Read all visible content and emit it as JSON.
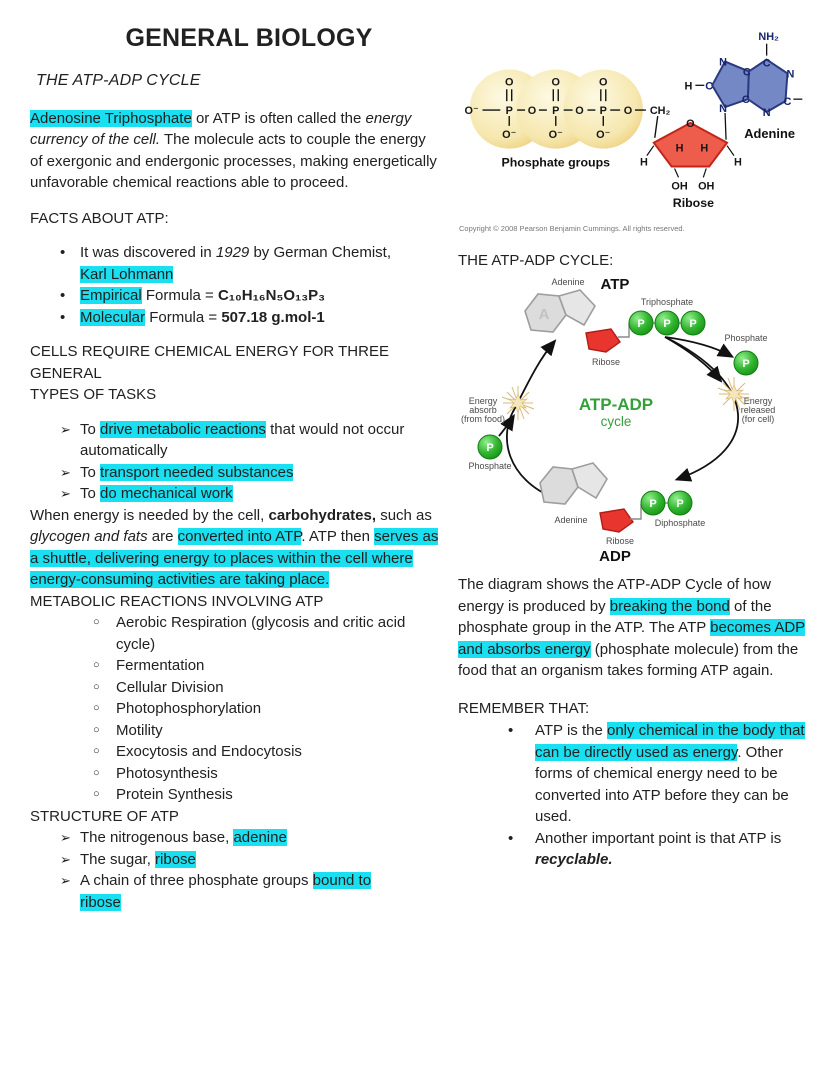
{
  "page_title": "GENERAL BIOLOGY",
  "section_title": "THE ATP-ADP CYCLE",
  "colors": {
    "highlight": "#1adff0",
    "cycle_green": "#35a038",
    "phosphate_green": "#22aa22",
    "ribose_red": "#e8352e",
    "adenine_blue": "#7488c6",
    "phosphate_yellow": "#f3dd96"
  },
  "bullets": {
    "dot": "•",
    "arrow": "➢",
    "circle": "○"
  },
  "left": {
    "intro": [
      {
        "t": "Adenosine Triphosphate",
        "hl": true
      },
      {
        "t": " or ATP is often called the "
      },
      {
        "t": "energy currency of the cell.",
        "i": true
      },
      {
        "t": " The molecule acts to couple the energy of exergonic and endergonic processes, making energetically unfavorable chemical reactions able to proceed."
      }
    ],
    "facts_heading": "FACTS ABOUT ATP:",
    "facts": [
      [
        {
          "t": "It was discovered in "
        },
        {
          "t": "1929",
          "i": true
        },
        {
          "t": " by German Chemist,"
        },
        {
          "br": true
        },
        {
          "t": "Karl Lohmann",
          "hl": true
        }
      ],
      [
        {
          "t": "Empirical",
          "hl": true
        },
        {
          "t": " Formula = "
        },
        {
          "t": "C₁₀H₁₆N₅O₁₃P₃",
          "b": true
        }
      ],
      [
        {
          "t": "Molecular",
          "hl": true
        },
        {
          "t": " Formula = "
        },
        {
          "t": "507.18 g.mol-1",
          "b": true
        }
      ]
    ],
    "cells_heading_lines": [
      "CELLS REQUIRE CHEMICAL ENERGY FOR THREE GENERAL",
      "TYPES OF TASKS"
    ],
    "tasks": [
      [
        {
          "t": "To "
        },
        {
          "t": "drive metabolic reactions",
          "hl": true
        },
        {
          "t": " that would not occur automatically"
        }
      ],
      [
        {
          "t": "To "
        },
        {
          "t": "transport needed substances",
          "hl": true
        }
      ],
      [
        {
          "t": "To "
        },
        {
          "t": "do mechanical work",
          "hl": true
        }
      ]
    ],
    "energy_paragraph": [
      {
        "t": "When energy is needed by the cell, "
      },
      {
        "t": "carbohydrates,",
        "b": true
      },
      {
        "t": " such as "
      },
      {
        "t": "glycogen and fats",
        "i": true
      },
      {
        "t": " are "
      },
      {
        "t": "converted into ATP",
        "hl": true
      },
      {
        "t": ". ATP then "
      },
      {
        "t": "serves as a shuttle, delivering energy to places within the cell where energy-consuming activities are taking place.",
        "hl": true
      }
    ],
    "metabolic_heading": "METABOLIC REACTIONS INVOLVING ATP",
    "metabolic_items": [
      "Aerobic Respiration (glycosis and critic acid\ncycle)",
      "Fermentation",
      "Cellular Division",
      "Photophosphorylation",
      "Motility",
      "Exocytosis and Endocytosis",
      "Photosynthesis",
      "Protein Synthesis"
    ],
    "structure_heading": "STRUCTURE OF ATP",
    "structure_items": [
      [
        {
          "t": "The nitrogenous base, "
        },
        {
          "t": "adenine",
          "hl": true
        }
      ],
      [
        {
          "t": "The sugar, "
        },
        {
          "t": "ribose",
          "hl": true
        }
      ],
      [
        {
          "t": "A chain of three phosphate groups "
        },
        {
          "t": "bound to",
          "hl": true
        },
        {
          "br": true
        },
        {
          "t": "ribose",
          "hl": true
        }
      ]
    ]
  },
  "right": {
    "molecule": {
      "p": "P",
      "o": "O",
      "o_minus": "O⁻",
      "ch2": "CH₂",
      "nh2": "NH₂",
      "n": "N",
      "c": "C",
      "h": "H",
      "oh": "OH",
      "phosphate_groups_label": "Phosphate groups",
      "ribose_label": "Ribose",
      "adenine_label": "Adenine",
      "copyright": "Copyright © 2008 Pearson Benjamin Cummings. All rights reserved."
    },
    "cycle_heading": "THE ATP-ADP CYCLE:",
    "cycle": {
      "atp": "ATP",
      "adp": "ADP",
      "a": "A",
      "p": "P",
      "adenine": "Adenine",
      "ribose": "Ribose",
      "triphosphate": "Triphosphate",
      "diphosphate": "Diphosphate",
      "phosphate": "Phosphate",
      "center_line1": "ATP-ADP",
      "center_line2": "cycle",
      "energy_absorb": [
        "Energy",
        "absorb",
        "(from food)"
      ],
      "energy_released": [
        "Energy",
        "released",
        "(for cell)"
      ]
    },
    "description": [
      {
        "t": "The diagram shows the ATP-ADP Cycle of how energy is produced by "
      },
      {
        "t": "breaking the bond",
        "hl": true
      },
      {
        "t": " of the phosphate group in the ATP. The ATP "
      },
      {
        "t": "becomes ADP and absorbs energy",
        "hl": true
      },
      {
        "t": " (phosphate molecule) from the food that an organism takes forming ATP again."
      }
    ],
    "remember_heading": "REMEMBER THAT:",
    "remember": [
      [
        {
          "t": "ATP is the "
        },
        {
          "t": "only chemical in the body that can be directly used as energy",
          "hl": true
        },
        {
          "t": ". Other forms of chemical energy need to be converted into ATP before they can be used."
        }
      ],
      [
        {
          "t": "Another important point is that ATP is "
        },
        {
          "t": "recyclable.",
          "b": true,
          "i": true
        }
      ]
    ]
  }
}
